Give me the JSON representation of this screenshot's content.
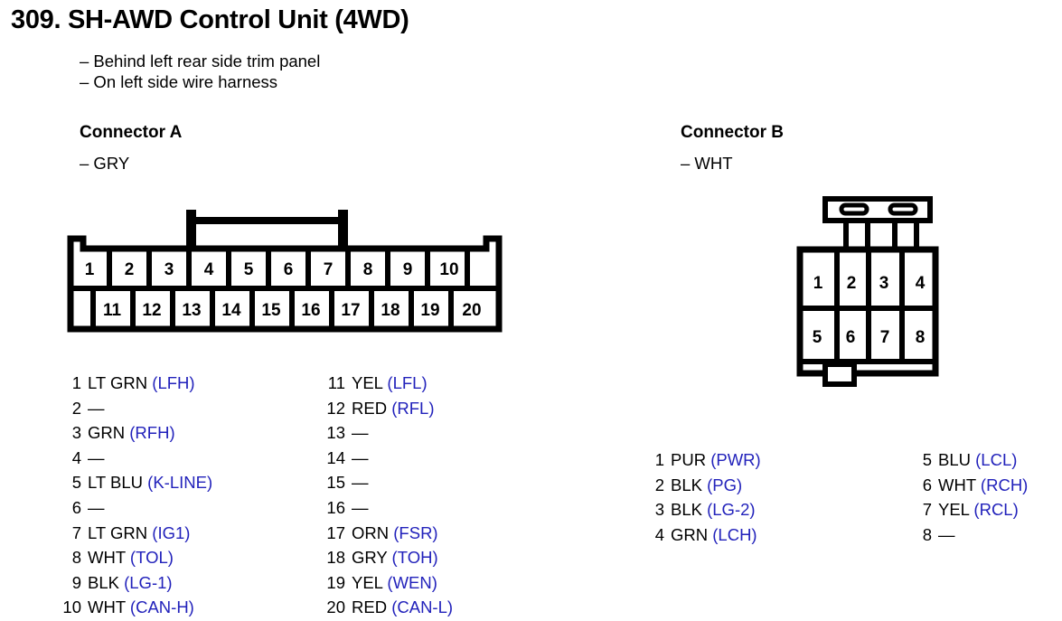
{
  "page": {
    "title": "309. SH-AWD Control Unit (4WD)",
    "notes": [
      "– Behind left rear side trim panel",
      "– On left side wire harness"
    ]
  },
  "colors": {
    "signal_blue": "#2222bb",
    "ink_black": "#000000",
    "paper": "#ffffff"
  },
  "connector_a": {
    "heading": "Connector A",
    "sub": "– GRY",
    "diagram": {
      "top_row_pins": [
        "1",
        "2",
        "3",
        "4",
        "5",
        "6",
        "7",
        "8",
        "9",
        "10"
      ],
      "bottom_row_pins": [
        "11",
        "12",
        "13",
        "14",
        "15",
        "16",
        "17",
        "18",
        "19",
        "20"
      ]
    },
    "pins_left": [
      {
        "num": "1",
        "color": "LT GRN",
        "signal": "(LFH)"
      },
      {
        "num": "2",
        "color": "—",
        "signal": ""
      },
      {
        "num": "3",
        "color": "GRN",
        "signal": "(RFH)"
      },
      {
        "num": "4",
        "color": "—",
        "signal": ""
      },
      {
        "num": "5",
        "color": "LT BLU",
        "signal": "(K-LINE)"
      },
      {
        "num": "6",
        "color": "—",
        "signal": ""
      },
      {
        "num": "7",
        "color": "LT GRN",
        "signal": "(IG1)"
      },
      {
        "num": "8",
        "color": "WHT",
        "signal": "(TOL)"
      },
      {
        "num": "9",
        "color": "BLK",
        "signal": "(LG-1)"
      },
      {
        "num": "10",
        "color": "WHT",
        "signal": "(CAN-H)"
      }
    ],
    "pins_right": [
      {
        "num": "11",
        "color": "YEL",
        "signal": "(LFL)"
      },
      {
        "num": "12",
        "color": "RED",
        "signal": "(RFL)"
      },
      {
        "num": "13",
        "color": "—",
        "signal": ""
      },
      {
        "num": "14",
        "color": "—",
        "signal": ""
      },
      {
        "num": "15",
        "color": "—",
        "signal": ""
      },
      {
        "num": "16",
        "color": "—",
        "signal": ""
      },
      {
        "num": "17",
        "color": "ORN",
        "signal": "(FSR)"
      },
      {
        "num": "18",
        "color": "GRY",
        "signal": "(TOH)"
      },
      {
        "num": "19",
        "color": "YEL",
        "signal": "(WEN)"
      },
      {
        "num": "20",
        "color": "RED",
        "signal": "(CAN-L)"
      }
    ]
  },
  "connector_b": {
    "heading": "Connector B",
    "sub": "– WHT",
    "diagram": {
      "top_row_pins": [
        "1",
        "2",
        "3",
        "4"
      ],
      "bottom_row_pins": [
        "5",
        "6",
        "7",
        "8"
      ]
    },
    "pins_left": [
      {
        "num": "1",
        "color": "PUR",
        "signal": "(PWR)"
      },
      {
        "num": "2",
        "color": "BLK",
        "signal": "(PG)"
      },
      {
        "num": "3",
        "color": "BLK",
        "signal": "(LG-2)"
      },
      {
        "num": "4",
        "color": "GRN",
        "signal": "(LCH)"
      }
    ],
    "pins_right": [
      {
        "num": "5",
        "color": "BLU",
        "signal": "(LCL)"
      },
      {
        "num": "6",
        "color": "WHT",
        "signal": "(RCH)"
      },
      {
        "num": "7",
        "color": "YEL",
        "signal": "(RCL)"
      },
      {
        "num": "8",
        "color": "—",
        "signal": ""
      }
    ]
  }
}
